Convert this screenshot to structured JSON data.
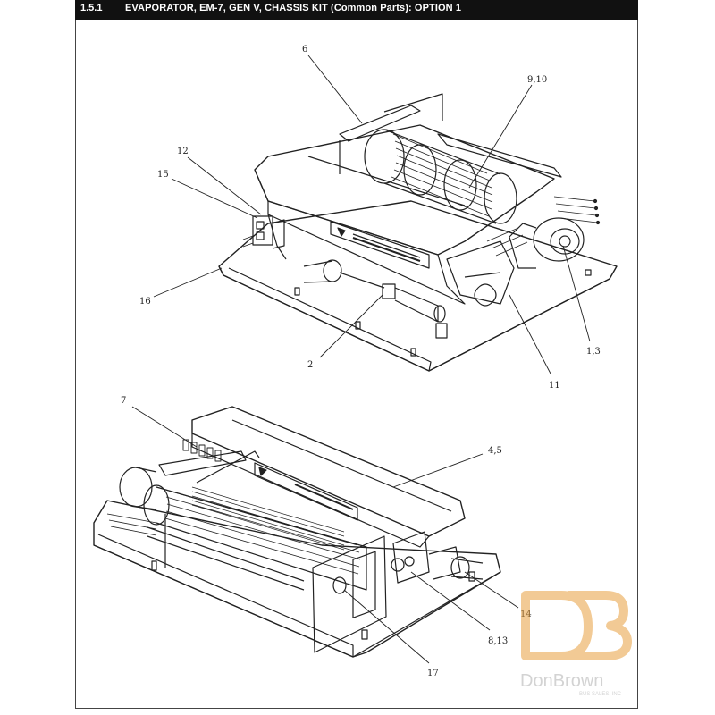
{
  "header": {
    "section_number": "1.5.1",
    "title": "EVAPORATOR, EM-7, GEN V, CHASSIS KIT (Common Parts): OPTION 1"
  },
  "callouts": {
    "c6": "6",
    "c9_10": "9,10",
    "c12": "12",
    "c15": "15",
    "c16": "16",
    "c2": "2",
    "c11": "11",
    "c1_3": "1,3",
    "c7": "7",
    "c4_5": "4,5",
    "c14": "14",
    "c8_13": "8,13",
    "c17": "17"
  },
  "logo": {
    "name": "DonBrown",
    "tagline": "BUS SALES, INC",
    "color": "#e8a040"
  }
}
